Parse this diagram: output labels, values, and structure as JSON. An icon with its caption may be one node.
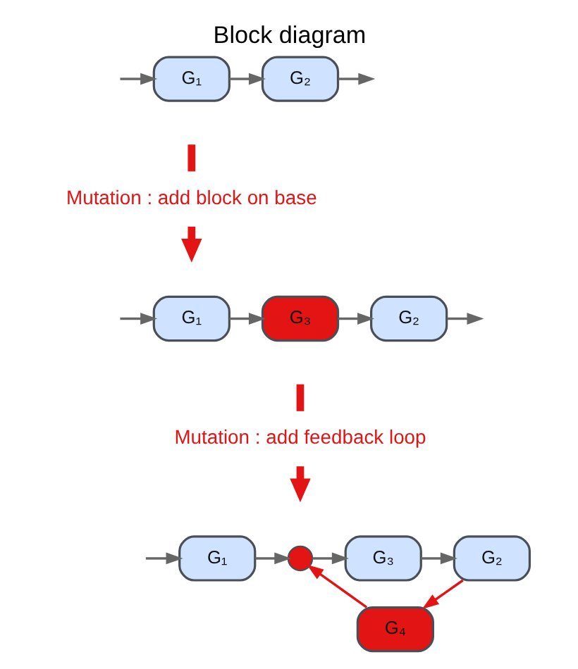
{
  "diagram": {
    "title": "Block diagram",
    "nodes": [
      {
        "text": [
          "G₁"
        ]
      },
      {
        "text": [
          "G₂"
        ]
      },
      {
        "text": [
          "Mutation : add block on base"
        ]
      },
      {
        "text": [
          "G₁"
        ]
      },
      {
        "text": [
          "G₃"
        ]
      },
      {
        "text": [
          "G₂"
        ]
      },
      {
        "text": [
          "Mutation : add feedback loop"
        ]
      },
      {
        "text": [
          "G₁"
        ]
      },
      {
        "text": [],
        "shape": "circle"
      },
      {
        "text": [
          "G₃"
        ]
      },
      {
        "text": [
          "G₂"
        ]
      },
      {
        "text": [
          "G₄"
        ]
      }
    ],
    "edges": [
      {
        "from": null,
        "to": 0,
        "arrow": "to"
      },
      {
        "from": 0,
        "to": 1,
        "arrow": "to"
      },
      {
        "from": 1,
        "to": null,
        "arrow": "to"
      },
      {
        "from": null,
        "to": 2,
        "arrow": "none",
        "style": "thick",
        "color": "#e31414"
      },
      {
        "from": 2,
        "to": null,
        "arrow": "to",
        "style": "thick",
        "color": "#e31414"
      },
      {
        "from": null,
        "to": 3,
        "arrow": "to"
      },
      {
        "from": 3,
        "to": 4,
        "arrow": "to"
      },
      {
        "from": 4,
        "to": 5,
        "arrow": "to"
      },
      {
        "from": 5,
        "to": null,
        "arrow": "to"
      },
      {
        "from": null,
        "to": 6,
        "arrow": "none",
        "style": "thick",
        "color": "#e31414"
      },
      {
        "from": 6,
        "to": null,
        "arrow": "to",
        "style": "thick",
        "color": "#e31414"
      },
      {
        "from": null,
        "to": 7,
        "arrow": "to"
      },
      {
        "from": 7,
        "to": 8,
        "arrow": "to"
      },
      {
        "from": 8,
        "to": 9,
        "arrow": "to"
      },
      {
        "from": 9,
        "to": 10,
        "arrow": "to"
      },
      {
        "from": 10,
        "to": 11,
        "arrow": "to",
        "color": "#e31414"
      },
      {
        "from": 11,
        "to": 8,
        "arrow": "to",
        "color": "#e31414"
      }
    ]
  }
}
